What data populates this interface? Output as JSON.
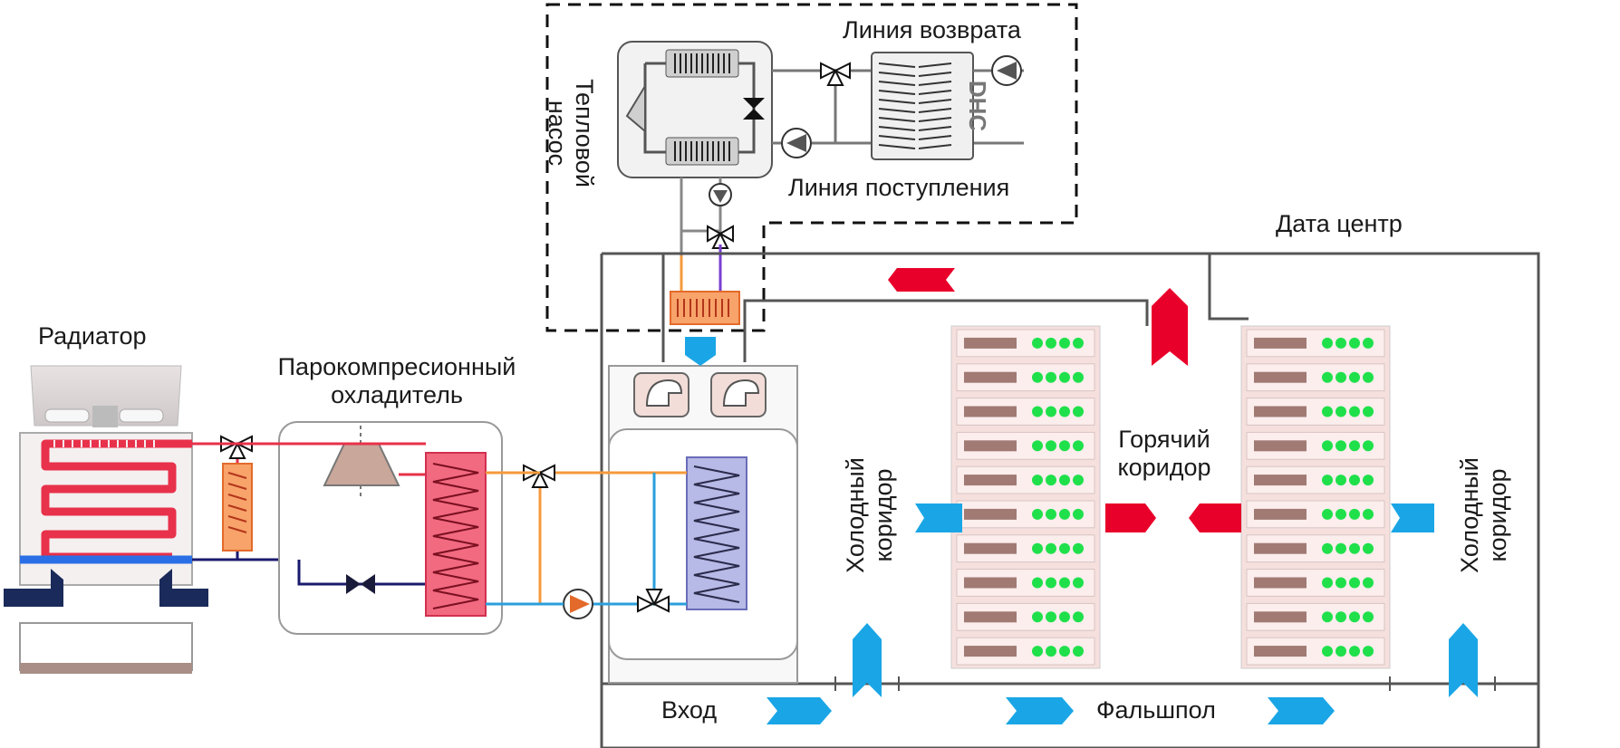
{
  "labels": {
    "return_line": "Линия возврата",
    "supply_line": "Линия поступления",
    "heat_pump": "Тепловой насос",
    "data_center": "Дата центр",
    "radiator": "Радиатор",
    "chiller": "Парокомпресионный охладитель",
    "cold_aisle_left": "Холодный коридор",
    "cold_aisle_right": "Холодный коридор",
    "hot_aisle": "Горячий коридор",
    "inlet": "Вход",
    "raised_floor": "Фальшпол",
    "dhc": "DHC"
  },
  "colors": {
    "hot_air": "#e8002a",
    "cold_air": "#1aa6e6",
    "warm_pipe": "#f59a3c",
    "hot_pipe": "#e8314a",
    "cold_pipe": "#2a9fdc",
    "return_pipe": "#1a1a6e",
    "led": "#1fe04a"
  },
  "racks": {
    "left_units": 10,
    "right_units": 10
  }
}
